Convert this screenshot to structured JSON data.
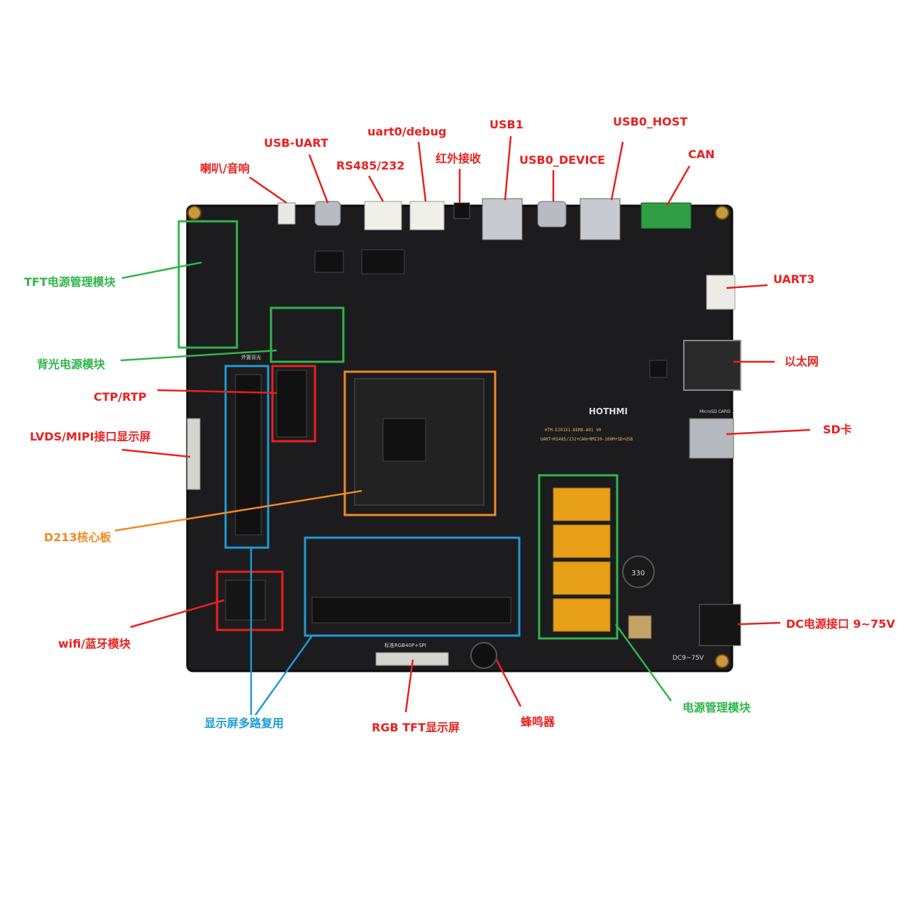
{
  "colors": {
    "red": "#e8211f",
    "green": "#2fb64a",
    "blue": "#1e9bd7",
    "orange": "#f08a24",
    "board": "#1c1c1e"
  },
  "board": {
    "brand": "HOTHMI",
    "model": "HTM-EJ01X1-DEMO-A01 V0",
    "features": "UART+RS485/232+CAN+RMII0-100M+SD+USB",
    "silk_display_mux": "外置背光",
    "silk_rgb": "标准RGB40P+SPI",
    "silk_dc": "DC9~75V",
    "silk_sd": "MicroSD CARD",
    "silk_inductor": "330"
  },
  "labels": {
    "speaker": "喇叭/音响",
    "usb_uart": "USB-UART",
    "rs485": "RS485/232",
    "uart0_debug": "uart0/debug",
    "ir_receiver": "红外接收",
    "usb1": "USB1",
    "usb0_device": "USB0_DEVICE",
    "usb0_host": "USB0_HOST",
    "can": "CAN",
    "uart3": "UART3",
    "ethernet": "以太网",
    "sd_card": "SD卡",
    "tft_power": "TFT电源管理模块",
    "backlight_power": "背光电源模块",
    "ctp_rtp": "CTP/RTP",
    "lvds_mipi": "LVDS/MIPI接口显示屏",
    "core_board": "D213核心板",
    "wifi_bt": "wifi/蓝牙模块",
    "dc_power": "DC电源接口  9~75V",
    "power_mgmt": "电源管理模块",
    "display_mux": "显示屏多路复用",
    "rgb_tft": "RGB  TFT显示屏",
    "buzzer": "蜂鸣器"
  }
}
